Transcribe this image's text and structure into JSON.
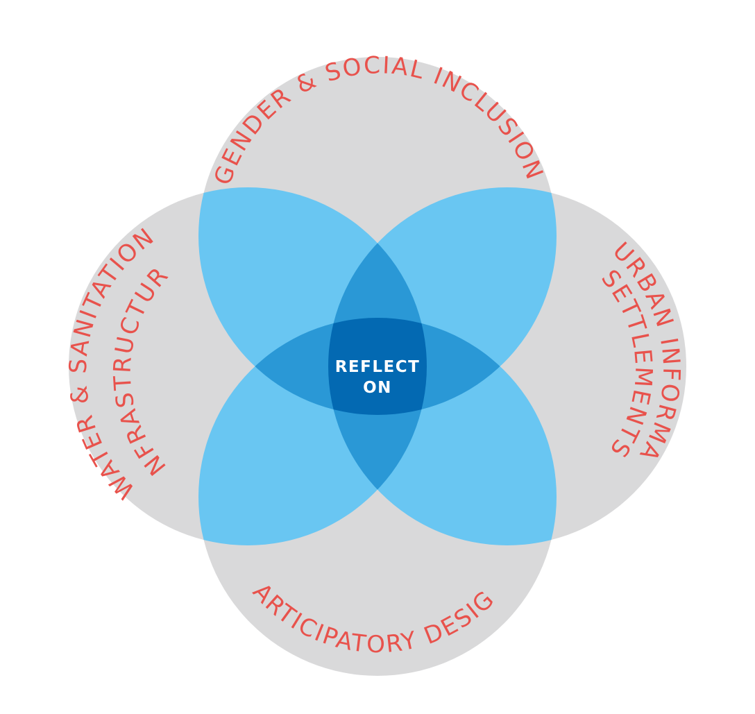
{
  "diagram": {
    "center_label": [
      "REFLECT",
      "ON"
    ],
    "circles": {
      "top": "GENDER & SOCIAL INCLUSION",
      "left": [
        "WATER & SANITATION",
        "INFRASTRUCTURE"
      ],
      "right": [
        "URBAN INFORMAL",
        "SETTLEMENTS"
      ],
      "bottom": "PARTICIPATORY DESIGN"
    }
  },
  "colors": {
    "background": "#ffffff",
    "circle_gray": "#d9d9da",
    "overlap_two": "#69c6f2",
    "overlap_three": "#2a98d6",
    "overlap_four": "#0369b2",
    "label_text": "#e8524c",
    "center_text": "#ffffff"
  }
}
